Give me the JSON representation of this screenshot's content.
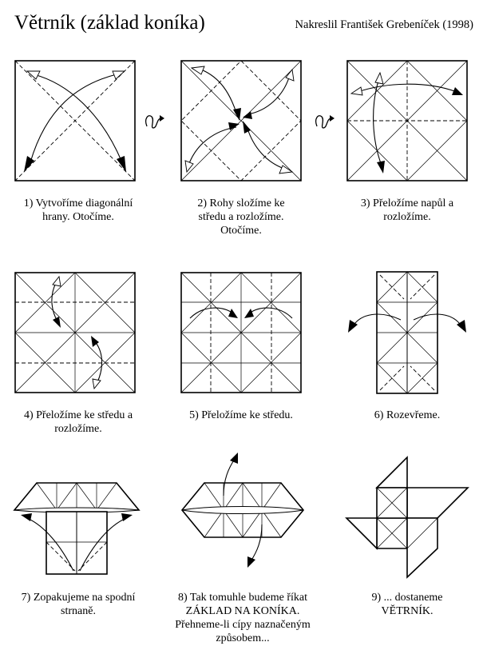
{
  "header": {
    "title": "Větrník (základ koníka)",
    "credit": "Nakreslil František Grebeníček (1998)"
  },
  "steps": [
    {
      "lines": [
        "1) Vytvoříme diagonální",
        "hrany. Otočíme."
      ]
    },
    {
      "lines": [
        "2) Rohy složíme ke",
        "středu a rozložíme.",
        "Otočíme."
      ]
    },
    {
      "lines": [
        "3) Přeložíme napůl a",
        "rozložíme."
      ]
    },
    {
      "lines": [
        "4) Přeložíme ke středu a",
        "rozložíme."
      ]
    },
    {
      "lines": [
        "5) Přeložíme ke středu."
      ]
    },
    {
      "lines": [
        "6) Rozevřeme."
      ]
    },
    {
      "lines": [
        "7) Zopakujeme na spodní",
        "strnaně."
      ]
    },
    {
      "lines": [
        "8) Tak tomuhle budeme říkat",
        "ZÁKLAD NA KONÍKA.",
        "Přehneme-li cípy naznačeným",
        "způsobem..."
      ]
    },
    {
      "lines": [
        "9) ... dostaneme",
        "VĚTRNÍK."
      ]
    }
  ],
  "symbols": {
    "turn_over": "turn-over-icon",
    "fold_arrow": "fold-arrow-icon"
  }
}
